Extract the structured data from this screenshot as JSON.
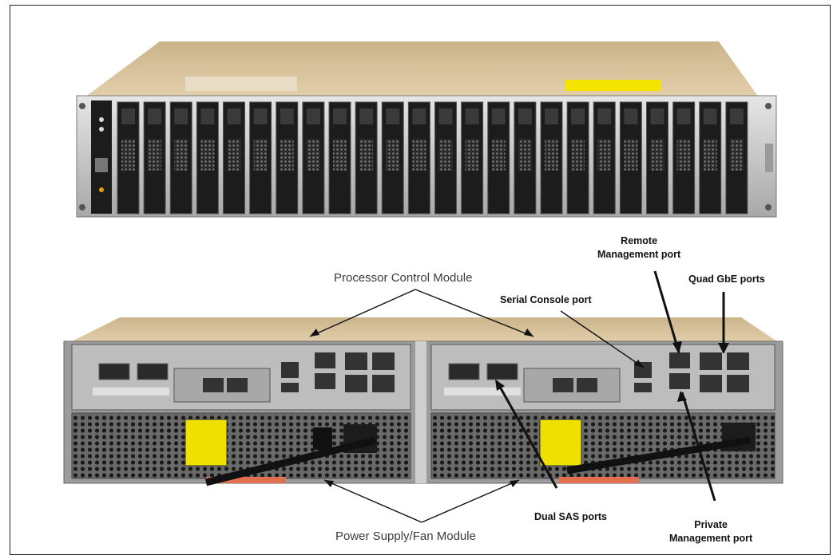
{
  "labels": {
    "remote_mgmt": "Remote\nManagement port",
    "quad_gbe": "Quad GbE ports",
    "processor_control": "Processor Control Module",
    "serial_console": "Serial Console port",
    "dual_sas": "Dual SAS ports",
    "power_supply": "Power Supply/Fan Module",
    "private_mgmt": "Private\nManagement port"
  },
  "front_panel": {
    "drive_count": 24
  },
  "colors": {
    "chassis_top": "#d8c4a0",
    "bezel": "#1c1c1c",
    "metal": "#c8c8c8",
    "release_tab": "#e07050"
  }
}
